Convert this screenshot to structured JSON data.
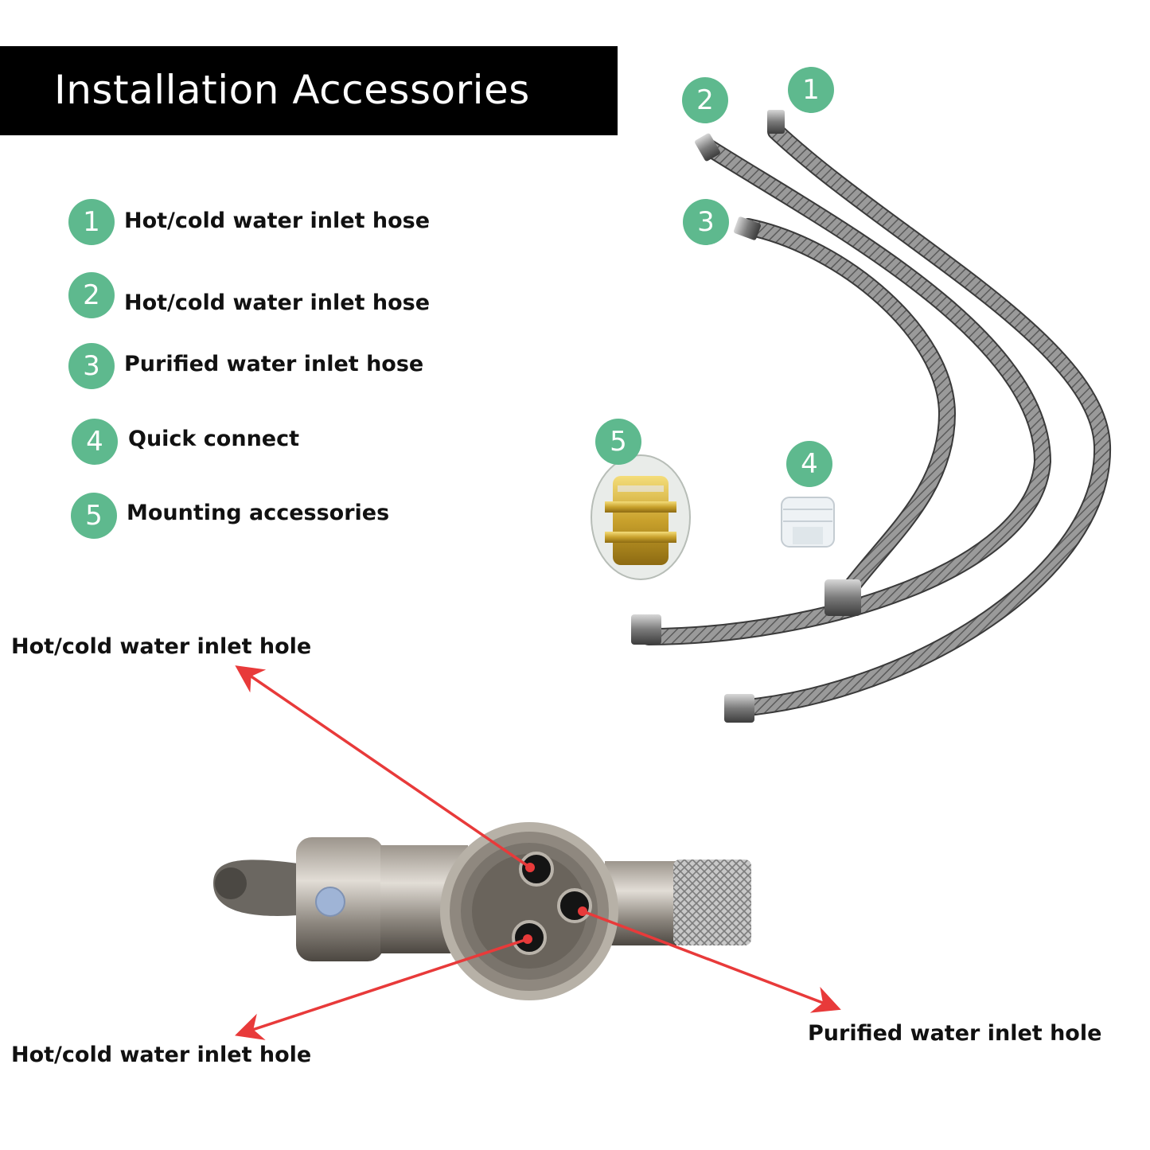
{
  "header": {
    "title": "Installation Accessories"
  },
  "legend": [
    {
      "number": "1",
      "label": "Hot/cold water inlet hose"
    },
    {
      "number": "2",
      "label": "Hot/cold water inlet hose"
    },
    {
      "number": "3",
      "label": "Purified water inlet hose"
    },
    {
      "number": "4",
      "label": "Quick connect"
    },
    {
      "number": "5",
      "label": "Mounting accessories"
    }
  ],
  "photo_badges": [
    "1",
    "2",
    "3",
    "4",
    "5"
  ],
  "callouts": {
    "top_left": "Hot/cold water inlet hole",
    "bottom_left": "Hot/cold water inlet hole",
    "right": "Purified water inlet hole"
  },
  "colors": {
    "badge": "#5eb98e",
    "arrow": "#e83a3a",
    "title_bar": "#000000"
  }
}
